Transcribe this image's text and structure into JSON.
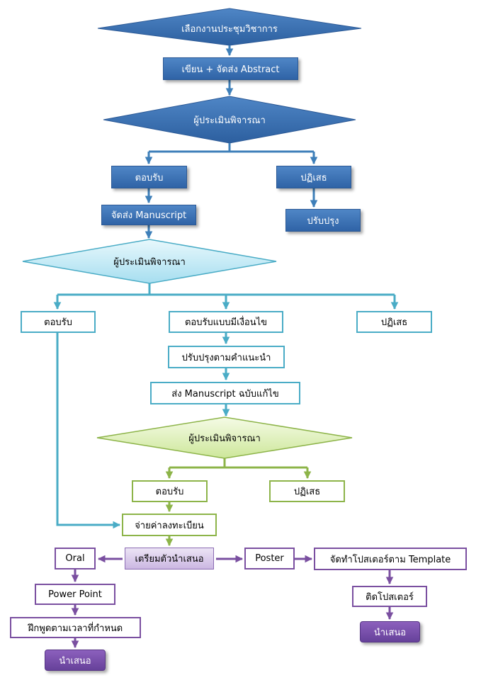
{
  "nodes": {
    "select_conference": "เลือกงานประชุมวิชาการ",
    "write_abstract": "เขียน + จัดส่ง Abstract",
    "review_1": "ผู้ประเมินพิจารณา",
    "accept_1": "ตอบรับ",
    "reject_1": "ปฏิเสธ",
    "send_manuscript": "จัดส่ง Manuscript",
    "improve_1": "ปรับปรุง",
    "review_2": "ผู้ประเมินพิจารณา",
    "accept_2": "ตอบรับ",
    "conditional_accept": "ตอบรับแบบมีเงื่อนไข",
    "reject_2": "ปฏิเสธ",
    "revise": "ปรับปรุงตามคำแนะนำ",
    "send_revised": "ส่ง Manuscript ฉบับแก้ไข",
    "review_3": "ผู้ประเมินพิจารณา",
    "accept_3": "ตอบรับ",
    "reject_3": "ปฏิเสธ",
    "pay_registration": "จ่ายค่าลงทะเบียน",
    "prepare_presentation": "เตรียมตัวนำเสนอ",
    "oral": "Oral",
    "power_point": "Power Point",
    "practice_timing": "ฝึกพูดตามเวลาที่กำหนด",
    "present_oral": "นำเสนอ",
    "poster": "Poster",
    "make_poster": "จัดทำโปสเตอร์ตาม Template",
    "put_up_poster": "ติดโปสเตอร์",
    "present_poster": "นำเสนอ"
  },
  "colors": {
    "blue_connector": "#3e7fb9",
    "teal_connector": "#4aacc6",
    "green_connector": "#8db449",
    "purple_connector": "#7a4fa0"
  }
}
